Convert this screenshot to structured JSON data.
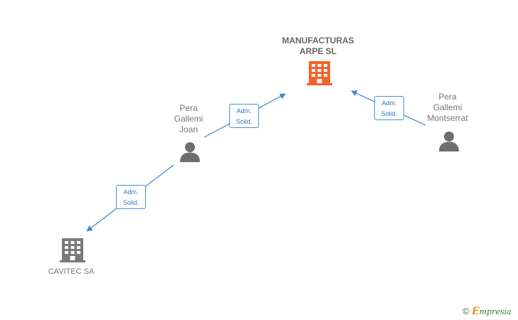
{
  "colors": {
    "main_company": "#f4622b",
    "company": "#7a7a7a",
    "person": "#6e6e6e",
    "edge": "#3f86d0"
  },
  "nodes": {
    "manufacturas": {
      "name_line1": "MANUFACTURAS",
      "name_line2": "ARPE SL",
      "icon": "building-icon"
    },
    "joan": {
      "line1": "Pera",
      "line2": "Gallemi",
      "line3": "Joan",
      "icon": "person-icon"
    },
    "montserrat": {
      "line1": "Pera",
      "line2": "Gallemi",
      "line3": "Montserrat",
      "icon": "person-icon"
    },
    "cavitec": {
      "name": "CAVITEC SA",
      "icon": "building-icon"
    }
  },
  "relations": [
    {
      "line1": "Adm.",
      "line2": "Solid."
    },
    {
      "line1": "Adm.",
      "line2": "Solid."
    },
    {
      "line1": "Adm.",
      "line2": "Solid."
    }
  ],
  "footer": {
    "copyright": "©",
    "brand_first": "E",
    "brand_rest": "mpresia"
  }
}
